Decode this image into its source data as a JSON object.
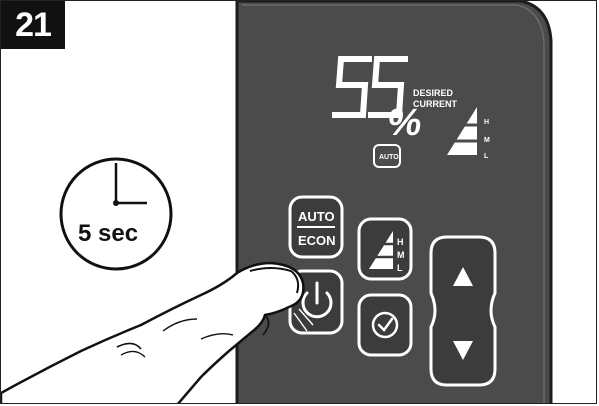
{
  "step": {
    "number": "21"
  },
  "timer": {
    "text": "5 sec",
    "icon": "clock-icon"
  },
  "display": {
    "humidity_value": "55",
    "percent_sign": "%",
    "desired_label": "DESIRED",
    "current_label": "CURRENT",
    "fan_levels": [
      "H",
      "M",
      "L"
    ],
    "auto_indicator": "AUTO"
  },
  "buttons": {
    "auto_econ": {
      "line1": "AUTO",
      "line2": "ECON"
    },
    "fan_speed": {
      "levels": [
        "H",
        "M",
        "L"
      ]
    },
    "power": {
      "icon": "power-icon"
    },
    "timer": {
      "icon": "timer-clock-icon"
    },
    "up": {
      "icon": "arrow-up-icon"
    },
    "down": {
      "icon": "arrow-down-icon"
    }
  },
  "colors": {
    "panel": "#4a4a4a",
    "panel_edge": "#2a2a2a",
    "segment": "#ffffff",
    "badge": "#111111"
  }
}
